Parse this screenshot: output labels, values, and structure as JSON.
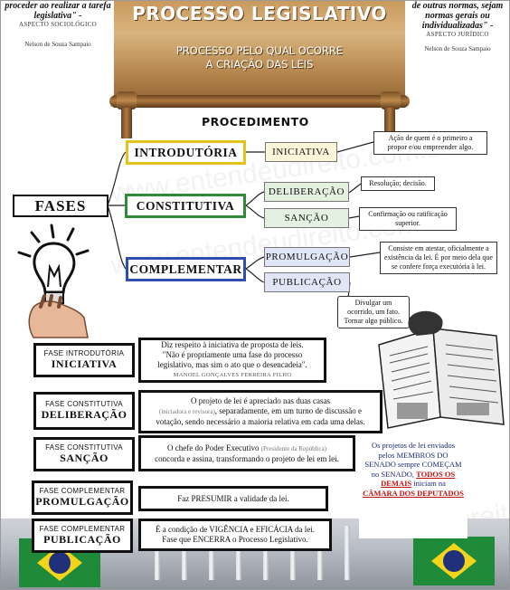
{
  "quotes": {
    "left_text": "proceder ao realizar a tarefa legislativa\" -",
    "left_aspect": "ASPECTO SOCIOLÓGICO",
    "left_author": "Nelson de Souza Sampaio",
    "right_text": "de outras normas, sejam normas gerais ou individualizadas\" -",
    "right_aspect": "ASPECTO JURÍDICO",
    "right_author": "Nelson de Souza Sampaio"
  },
  "scroll": {
    "title": "PROCESSO LEGISLATIVO",
    "subtitle_line1": "PROCESSO PELO QUAL OCORRE",
    "subtitle_line2": "A CRIAÇÃO DAS LEIS"
  },
  "procedimento": "PROCEDIMENTO",
  "fases": "FASES",
  "stages": {
    "introdutoria": "INTRODUTÓRIA",
    "constitutiva": "CONSTITUTIVA",
    "complementar": "COMPLEMENTAR"
  },
  "subs": {
    "iniciativa": "INICIATIVA",
    "deliberacao": "DELIBERAÇÃO",
    "sancao": "SANÇÃO",
    "promulgacao": "PROMULGAÇÃO",
    "publicacao": "PUBLICAÇÃO"
  },
  "notes": {
    "iniciativa": "Ação de quem é o primeiro a propor e/ou empreender algo.",
    "deliberacao": "Resolução; decisão.",
    "sancao": "Confirmação ou ratificação superior.",
    "promulgacao": "Consiste em atestar, oficialmente a existência da lei. É por meio dela que se confere força executória à lei.",
    "publicacao": "Divulgar um ocorrido, um fato. Tornar algo público."
  },
  "details": [
    {
      "small": "FASE INTRODUTÓRIA",
      "big": "INICIATIVA",
      "desc_line1": "Diz respeito à iniciativa de proposta de leis.",
      "desc_line2": "\"Não é propriamente uma fase do processo legislativo, mas sim o ato que o desencadeia\".",
      "desc_author": "MANOEL GONÇALVES FERREIRA FILHO"
    },
    {
      "small": "FASE CONSTITUTIVA",
      "big": "DELIBERAÇÃO",
      "desc_line1": "O projeto de lei é apreciado nas duas casas",
      "desc_aux": "(iniciadora e revisora)",
      "desc_line2": ", separadamente, em um turno de discussão e votação, sendo necessário a maioria relativa em cada uma delas."
    },
    {
      "small": "FASE CONSTITUTIVA",
      "big": "SANÇÃO",
      "desc_line1": "O chefe do Poder Executivo",
      "desc_aux": "(Presidente da República)",
      "desc_line2": "concorda e assina, transformando o projeto de lei em lei."
    },
    {
      "small": "FASE COMPLEMENTAR",
      "big": "PROMULGAÇÃO",
      "desc_line1": "Faz PRESUMIR a validade da lei."
    },
    {
      "small": "FASE COMPLEMENTAR",
      "big": "PUBLICAÇÃO",
      "desc_line1": "É a condição de VIGÊNCIA e EFICÁCIA da lei.",
      "desc_line2": "Fase que ENCERRA o Processo Legislativo."
    }
  ],
  "senado": {
    "part1": "Os projetos de lei enviados pelos MEMBROS DO SENADO sempre COMEÇAM no SENADO,",
    "red1": "TODOS OS DEMAIS",
    "part2": "iniciam na",
    "red2": "CÂMARA DOS DEPUTADOS"
  },
  "watermark": "www.entendeudireito.com.br",
  "colors": {
    "yellow": "#e4c21a",
    "green": "#2f8a3a",
    "blue": "#2f4fb0"
  },
  "icons": [
    "light-bulb-icon",
    "newspaper-reader-icon",
    "brazil-flag-icon"
  ]
}
